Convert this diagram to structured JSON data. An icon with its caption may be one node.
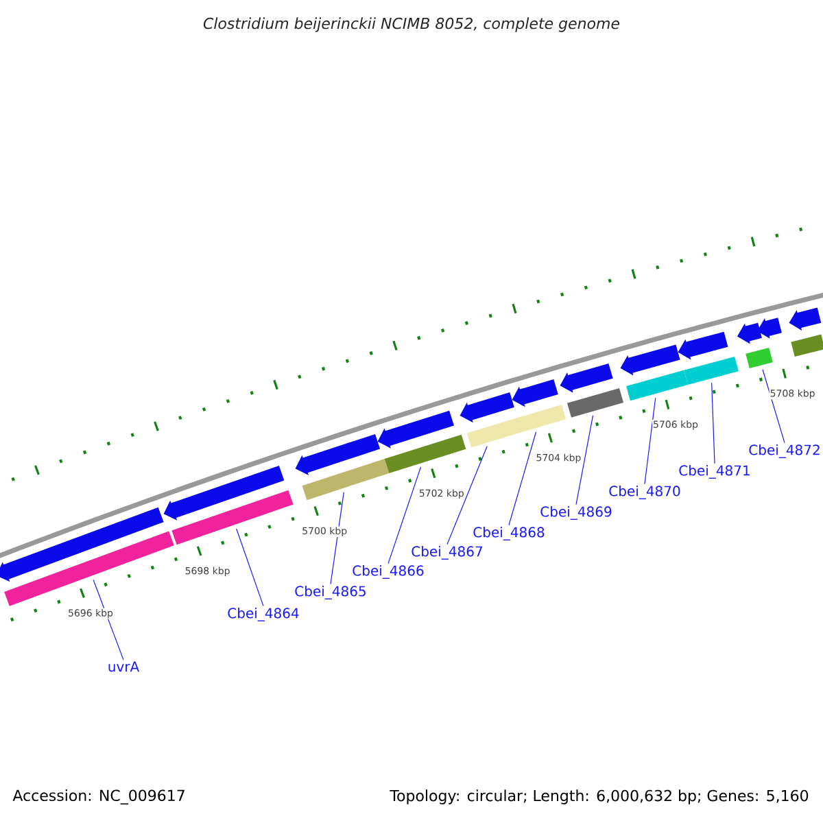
{
  "diagram": {
    "title": "Clostridium beijerinckii NCIMB 8052, complete genome",
    "nodes": [
      {
        "text": [],
        "shape": "bar"
      },
      {
        "text": [],
        "shape": "bar"
      },
      {
        "text": [],
        "shape": "bar"
      },
      {
        "text": [],
        "shape": "bar"
      },
      {
        "text": [],
        "shape": "bar"
      },
      {
        "text": [],
        "shape": "bar"
      },
      {
        "text": [],
        "shape": "bar"
      },
      {
        "text": [],
        "shape": "bar"
      },
      {
        "text": [],
        "shape": "bar"
      },
      {
        "text": [],
        "shape": "bar"
      },
      {
        "text": [],
        "shape": "bar"
      },
      {
        "text": [
          "uvrA"
        ]
      },
      {
        "text": [
          "Cbei_4864"
        ]
      },
      {
        "text": [
          "Cbei_4865"
        ]
      },
      {
        "text": [
          "Cbei_4866"
        ]
      },
      {
        "text": [
          "Cbei_4867"
        ]
      },
      {
        "text": [
          "Cbei_4868"
        ]
      },
      {
        "text": [
          "Cbei_4869"
        ]
      },
      {
        "text": [
          "Cbei_4870"
        ]
      },
      {
        "text": [
          "Cbei_4871"
        ]
      },
      {
        "text": [
          "Cbei_4872"
        ]
      },
      {
        "text": [],
        "shape": "arrow"
      },
      {
        "text": [],
        "shape": "arrow"
      },
      {
        "text": [],
        "shape": "arrow"
      },
      {
        "text": [],
        "shape": "arrow"
      },
      {
        "text": [],
        "shape": "arrow"
      },
      {
        "text": [],
        "shape": "arrow"
      },
      {
        "text": [],
        "shape": "arrow"
      },
      {
        "text": [],
        "shape": "arrow"
      },
      {
        "text": [],
        "shape": "arrow"
      },
      {
        "text": [],
        "shape": "arrow"
      },
      {
        "text": [],
        "shape": "arrow"
      },
      {
        "text": [],
        "shape": "arrow"
      }
    ],
    "edges": [
      {
        "from": 11,
        "to": 0,
        "arrow": "none"
      },
      {
        "from": 12,
        "to": 1,
        "arrow": "none"
      },
      {
        "from": 13,
        "to": 2,
        "arrow": "none"
      },
      {
        "from": 14,
        "to": 3,
        "arrow": "none"
      },
      {
        "from": 15,
        "to": 4,
        "arrow": "none"
      },
      {
        "from": 16,
        "to": 5,
        "arrow": "none"
      },
      {
        "from": 17,
        "to": 6,
        "arrow": "none"
      },
      {
        "from": 18,
        "to": 7,
        "arrow": "none"
      },
      {
        "from": 19,
        "to": 8,
        "arrow": "none"
      },
      {
        "from": 20,
        "to": 9,
        "arrow": "none"
      }
    ],
    "labels": [
      "5696 kbp",
      "5698 kbp",
      "5700 kbp",
      "5702 kbp",
      "5704 kbp",
      "5706 kbp",
      "5708 kbp",
      "Accession: NC_009617",
      "Topology: circular; Length: 6,000,632 bp; Genes: 5,160"
    ]
  }
}
